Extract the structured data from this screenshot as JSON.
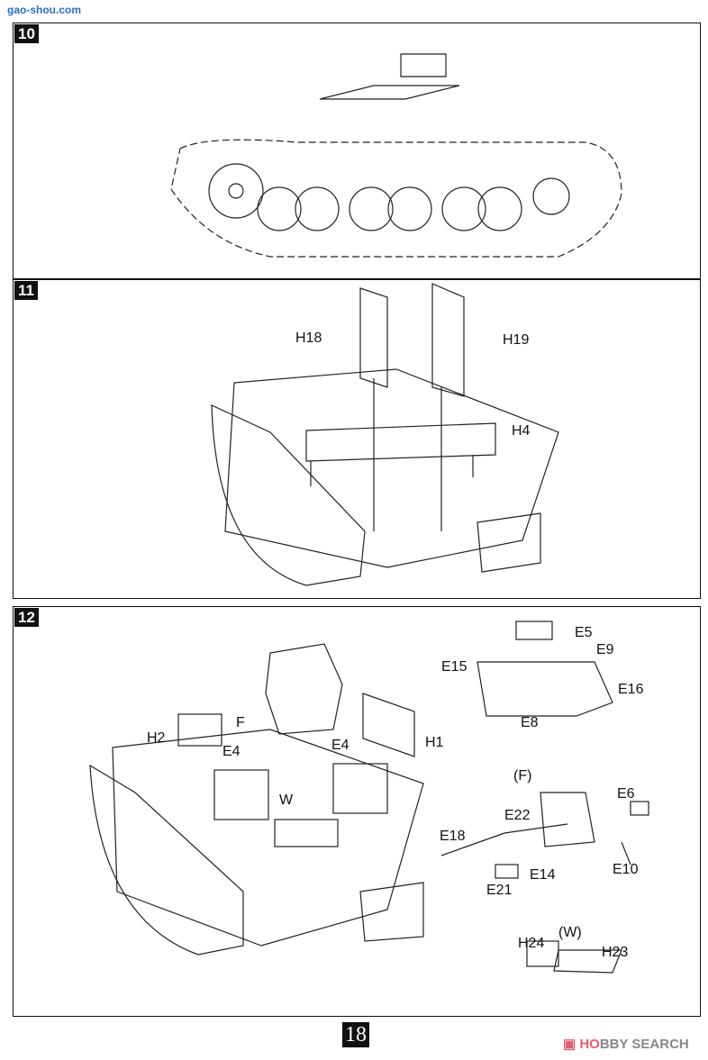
{
  "watermark_top": "gao-shou.com",
  "steps": [
    {
      "number": "10"
    },
    {
      "number": "11",
      "labels": [
        "H18",
        "H19",
        "H4"
      ]
    },
    {
      "number": "12",
      "labels": [
        "E5",
        "E9",
        "E15",
        "E16",
        "E8",
        "F",
        "H2",
        "E4",
        "E4",
        "H1",
        "W",
        "(F)",
        "E6",
        "E22",
        "E18",
        "E10",
        "E14",
        "E21",
        "(W)",
        "H24",
        "H23"
      ]
    }
  ],
  "page_number": "18",
  "watermark": {
    "icon": "hobby-search-logo-icon",
    "text_accent": "HO",
    "text_brand": "BBY SEARCH",
    "accent_color": "#e06070"
  }
}
